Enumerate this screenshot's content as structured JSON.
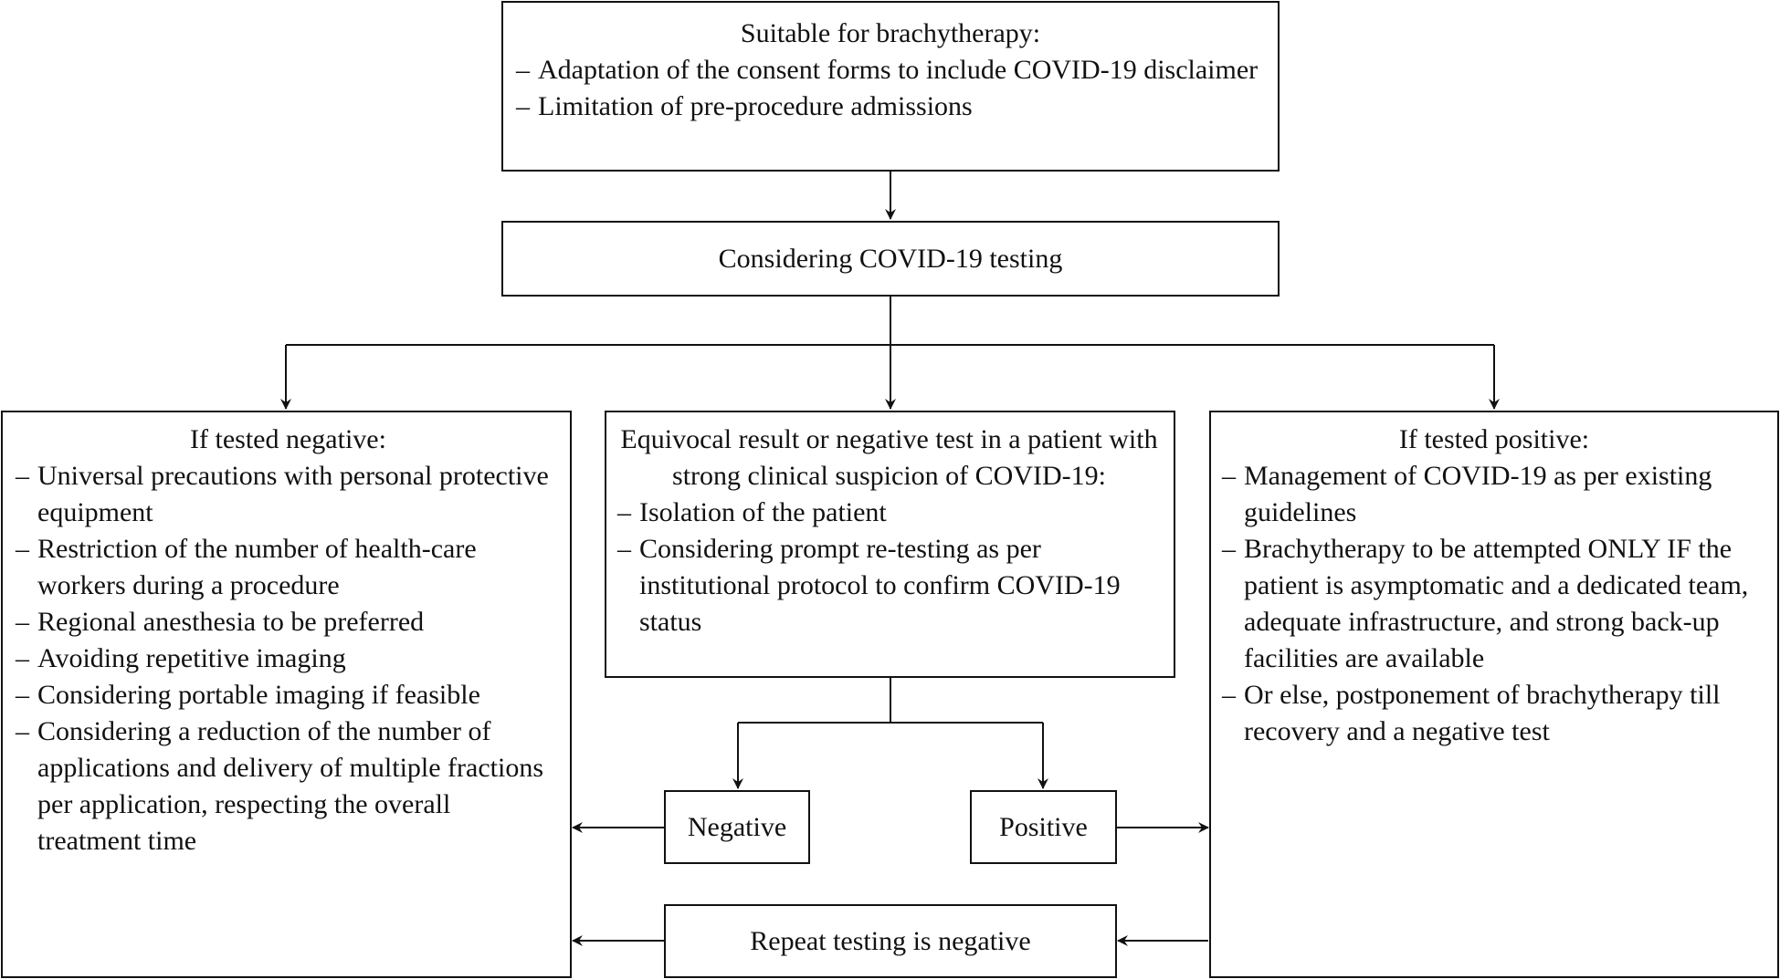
{
  "top_box": {
    "title": "Suitable for brachytherapy:",
    "items": [
      "Adaptation of the consent forms to include COVID-19 disclaimer",
      "Limitation of pre-procedure admissions"
    ]
  },
  "testing_box": {
    "label": "Considering COVID-19 testing"
  },
  "negative_box": {
    "title": "If tested negative:",
    "items": [
      "Universal precautions with personal protective equipment",
      "Restriction of the number of health-care workers during a procedure",
      "Regional anesthesia to be preferred",
      "Avoiding repetitive imaging",
      "Considering portable imaging if feasible",
      "Considering a reduction of the number of applications and delivery of multiple fractions per application, respecting the overall treatment time"
    ]
  },
  "equivocal_box": {
    "title": "Equivocal result or negative test in a patient with strong clinical suspicion of COVID-19:",
    "items": [
      "Isolation of the patient",
      "Considering prompt re-testing as per institutional protocol to confirm COVID-19 status"
    ]
  },
  "positive_box": {
    "title": "If tested positive:",
    "items": [
      "Management of COVID-19 as per existing guidelines",
      "Brachytherapy to be attempted ONLY IF the patient is asymptomatic and a dedicated team, adequate infrastructure, and strong back-up facilities are available",
      "Or else, postponement of brachytherapy till recovery and a negative test"
    ]
  },
  "retest_negative_box": {
    "label": "Negative"
  },
  "retest_positive_box": {
    "label": "Positive"
  },
  "repeat_box": {
    "label": "Repeat testing is negative"
  }
}
